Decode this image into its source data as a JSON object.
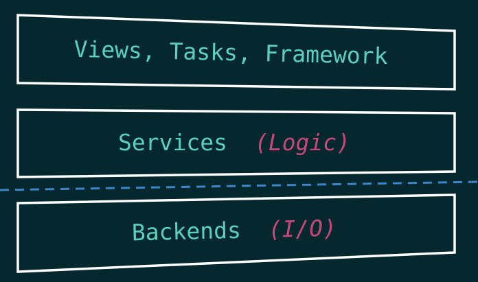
{
  "layers": [
    {
      "name": "Views, Tasks, Framework",
      "note": ""
    },
    {
      "name": "Services",
      "note": "(Logic)"
    },
    {
      "name": "Backends",
      "note": "(I/O)"
    }
  ],
  "colors": {
    "background": "#04282d",
    "box_stroke": "#ffffff",
    "name_text": "#5ccfc0",
    "note_text": "#c8487c",
    "divider": "#3d86c8"
  }
}
